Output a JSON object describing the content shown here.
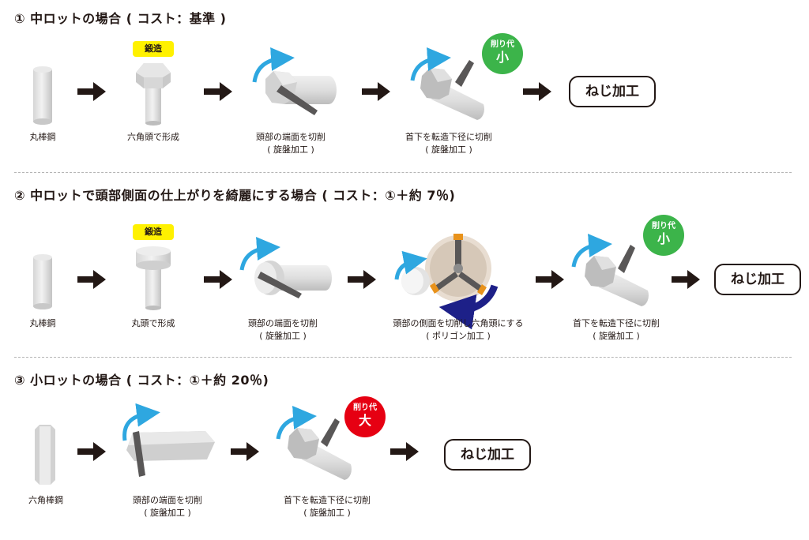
{
  "colors": {
    "arrow_blue": "#2ea7e0",
    "arrow_navy": "#1d2088",
    "badge_green": "#3cb44a",
    "badge_red": "#e60012",
    "forge_yellow": "#fff100",
    "steel_gray": "#cfcfcf",
    "tool_dark": "#595757",
    "insert_orange": "#e8921b"
  },
  "icons": [
    "round-bar-icon",
    "hex-bar-icon",
    "hex-head-blank-icon",
    "round-head-blank-icon",
    "bolt-icon",
    "cutting-tool-icon",
    "rotation-arrow-icon",
    "polygon-cutter-icon",
    "flow-arrow-icon"
  ],
  "sections": [
    {
      "title": "① 中ロットの場合 ( コスト：基準 )",
      "steps": [
        {
          "caption_1": "丸棒鋼",
          "caption_2": ""
        },
        {
          "caption_1": "六角頭で形成",
          "caption_2": "",
          "badge": "鍛造"
        },
        {
          "caption_1": "頭部の端面を切削",
          "caption_2": "( 旋盤加工 )"
        },
        {
          "caption_1": "首下を転造下径に切削",
          "caption_2": "( 旋盤加工 )",
          "allowance_top": "削り代",
          "allowance_big": "小"
        }
      ],
      "result": "ねじ加工"
    },
    {
      "title": "② 中ロットで頭部側面の仕上がりを綺麗にする場合 ( コスト：①＋約 7％)",
      "steps": [
        {
          "caption_1": "丸棒鋼",
          "caption_2": ""
        },
        {
          "caption_1": "丸頭で形成",
          "caption_2": "",
          "badge": "鍛造"
        },
        {
          "caption_1": "頭部の端面を切削",
          "caption_2": "( 旋盤加工 )"
        },
        {
          "caption_1": "頭部の側面を切削し六角頭にする",
          "caption_2": "( ポリゴン加工 )"
        },
        {
          "caption_1": "首下を転造下径に切削",
          "caption_2": "( 旋盤加工 )",
          "allowance_top": "削り代",
          "allowance_big": "小"
        }
      ],
      "result": "ねじ加工"
    },
    {
      "title": "③ 小ロットの場合 ( コスト：①＋約 20％)",
      "steps": [
        {
          "caption_1": "六角棒鋼",
          "caption_2": ""
        },
        {
          "caption_1": "頭部の端面を切削",
          "caption_2": "( 旋盤加工 )"
        },
        {
          "caption_1": "首下を転造下径に切削",
          "caption_2": "( 旋盤加工 )",
          "allowance_top": "削り代",
          "allowance_big": "大"
        }
      ],
      "result": "ねじ加工"
    }
  ]
}
